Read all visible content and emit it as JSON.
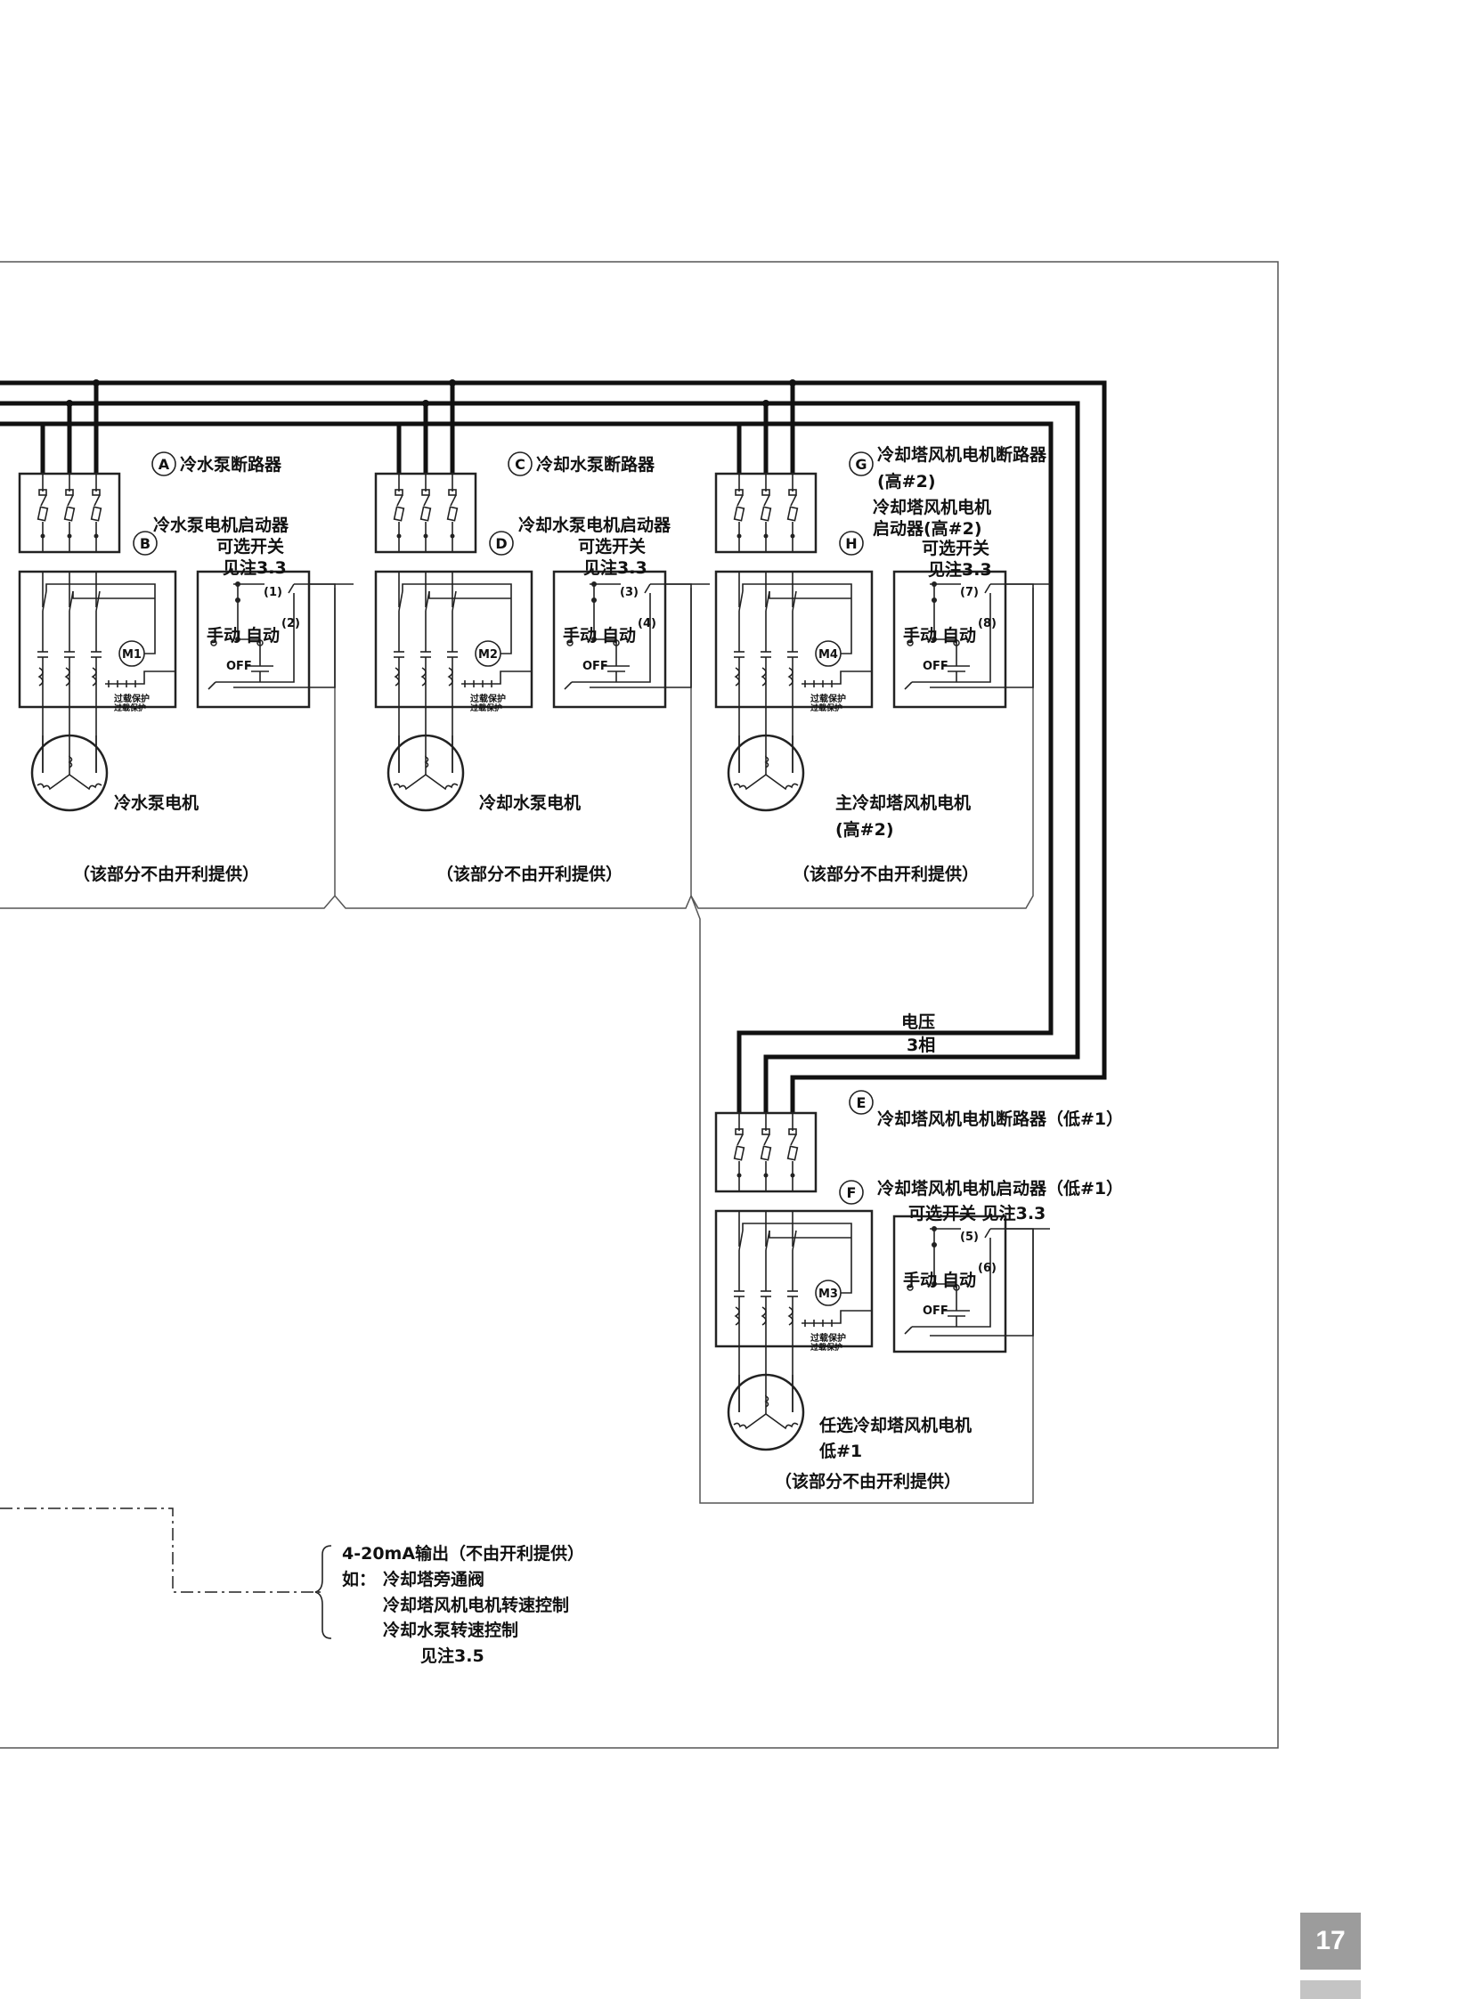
{
  "frame_labels": {
    "not_provided": "（该部分不由开利提供）",
    "not_provided_b": "（该部分不由开利提供）",
    "not_provided_c": "（该部分不由开利提供）",
    "not_provided_d": "（该部分不由开利提供）"
  },
  "breakers": {
    "a": {
      "letter": "A",
      "label": "冷水泵断路器"
    },
    "c": {
      "letter": "C",
      "label": "冷却水泵断路器"
    },
    "g": {
      "letter": "G",
      "label": "冷却塔风机电机断路器",
      "label2": "(高#2)"
    },
    "e": {
      "letter": "E",
      "label": "冷却塔风机电机断路器（低#1）"
    }
  },
  "starters": {
    "b": {
      "letter": "B",
      "label": "冷水泵电机启动器",
      "switch": "可选开关",
      "note": "见注3.3"
    },
    "d": {
      "letter": "D",
      "label": "冷却水泵电机启动器",
      "switch": "可选开关",
      "note": "见注3.3"
    },
    "h": {
      "letter": "H",
      "label": "冷却塔风机电机",
      "label2": "启动器(高#2)",
      "switch": "可选开关",
      "note": "见注3.3"
    },
    "f": {
      "letter": "F",
      "label": "冷却塔风机电机启动器（低#1）",
      "switch_note": "可选开关 见注3.3"
    }
  },
  "motors": {
    "m1": {
      "tag": "M1",
      "label": "冷水泵电机"
    },
    "m2": {
      "tag": "M2",
      "label": "冷却水泵电机"
    },
    "m4": {
      "tag": "M4",
      "label": "主冷却塔风机电机",
      "label2": "(高#2)"
    },
    "m3": {
      "tag": "M3",
      "label": "任选冷却塔风机电机",
      "label2": "低#1"
    }
  },
  "switch_panel": {
    "manual": "手动",
    "auto": "自动",
    "off": "OFF"
  },
  "overload": "过载保护",
  "terminals": [
    "(1)",
    "(2)",
    "(3)",
    "(4)",
    "(7)",
    "(8)",
    "(5)",
    "(6)"
  ],
  "supply": {
    "line1": "电压",
    "line2": "3相"
  },
  "analog_output": {
    "title": "4-20mA输出（不由开利提供）",
    "prefix": "如：",
    "items": [
      "冷却塔旁通阀",
      "冷却塔风机电机转速控制",
      "冷却水泵转速控制"
    ],
    "note": "见注3.5"
  },
  "page_number": "17"
}
